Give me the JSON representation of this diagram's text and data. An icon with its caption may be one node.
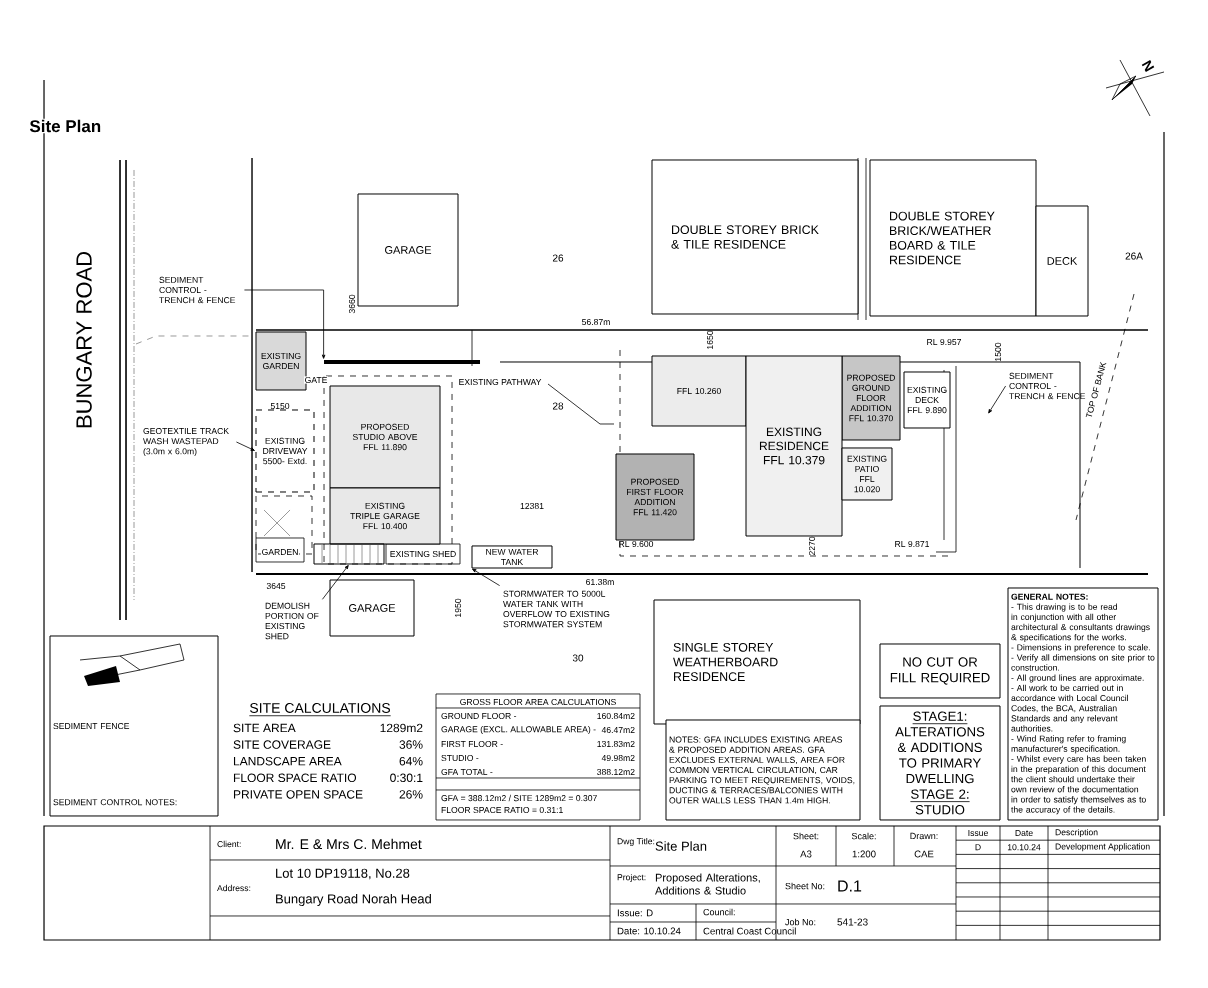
{
  "diagram": {
    "title": "Site Plan",
    "nodes": [
      {
        "text": [
          "GARAGE"
        ]
      },
      {
        "text": [
          "DOUBLE STOREY BRICK & TILE RESIDENCE"
        ]
      },
      {
        "text": [
          "DOUBLE STOREY BRICK/WEATHER BOARD & TILE RESIDENCE"
        ]
      },
      {
        "text": [
          "DECK"
        ]
      },
      {
        "text": [
          "EXISTING GARDEN"
        ]
      },
      {
        "text": [
          "PROPOSED STUDIO ABOVE",
          "FFL 11.890"
        ]
      },
      {
        "text": [
          "EXISTING TRIPLE GARAGE",
          "FFL 10.400"
        ]
      },
      {
        "text": [
          "GARAGE"
        ]
      },
      {
        "text": [
          "FFL 10.260"
        ]
      },
      {
        "text": [
          "PROPOSED GROUND FLOOR ADDITION",
          "FFL 10.370"
        ]
      },
      {
        "text": [
          "EXISTING DECK",
          "FFL 9.890"
        ]
      },
      {
        "text": [
          "PROPOSED FIRST FLOOR ADDITION",
          "FFL 11.420"
        ]
      },
      {
        "text": [
          "EXISTING RESIDENCE",
          "FFL 10.379"
        ]
      },
      {
        "text": [
          "EXISTING PATIO",
          "FFL 10.020"
        ]
      },
      {
        "text": [
          "NEW WATER TANK"
        ]
      },
      {
        "text": [
          "SEDIMENT CONTROL - TRENCH & FENCE"
        ]
      },
      {
        "text": [
          "GEOTEXTILE TRACK WASH WASTEPAD (3.0m x 6.0m)"
        ]
      },
      {
        "text": [
          "DEMOLISH PORTION OF EXISTING SHED"
        ]
      },
      {
        "text": [
          "STORMWATER TO 5000L WATER TANK WITH OVERFLOW TO EXISTING STORMWATER SYSTEM"
        ]
      },
      {
        "text": [
          "SEDIMENT CONTROL - TRENCH & FENCE"
        ]
      },
      {
        "text": [
          "SEDIMENT FENCE",
          "SEDIMENT CONTROL NOTES:"
        ]
      },
      {
        "text": [
          "SINGLE STOREY WEATHERBOARD RESIDENCE"
        ]
      },
      {
        "text": [
          "NOTES: GFA INCLUDES EXISTING AREAS & PROPOSED ADDITION AREAS. GFA EXCLUDES EXTERNAL WALLS, AREA FOR COMMON VERTICAL CIRCULATION, CAR PARKING TO MEET REQUIREMENTS, VOIDS, DUCTING & TERRACES/BALCONIES WITH OUTER WALLS LESS THAN 1.4m HIGH."
        ]
      },
      {
        "text": [
          "NO CUT OR FILL REQUIRED"
        ]
      },
      {
        "text": [
          "STAGE1:",
          "ALTERATIONS & ADDITIONS TO PRIMARY DWELLING",
          "STAGE 2:",
          "STUDIO"
        ]
      },
      {
        "text": [
          "GENERAL NOTES:",
          "- This drawing is to be read in conjunction with all other architectural & consultants drawings & specifications for the works.",
          "- Dimensions in preference to scale.",
          "- Verify all dimensions on site prior to construction.",
          "- All ground lines are approximate.",
          "- All work to be carried out in accordance with Local Council Codes, the BCA, Australian Standards and any relevant authorities.",
          "- Wind Rating refer to framing manufacturer's specification.",
          "- Whilst every care has been taken in the preparation of this document the client should undertake their own review of the documentation in order to satisfy themselves as to the accuracy of the details."
        ]
      },
      {
        "text": [],
        "shape": "bar"
      },
      {
        "text": [
          "EXISTING DRIVEWAY",
          "5500- Extd."
        ]
      },
      {
        "text": [],
        "shape": "box"
      }
    ],
    "edges": [
      {
        "from": 15,
        "to": 26,
        "arrow": "to"
      },
      {
        "from": 16,
        "to": 27,
        "arrow": "to"
      },
      {
        "from": 17,
        "to": 28,
        "arrow": "to"
      },
      {
        "from": 18,
        "to": 14,
        "arrow": "to"
      },
      {
        "from": 19,
        "to": null,
        "arrow": "to"
      }
    ],
    "labels": [
      "BUNGARY ROAD",
      "N",
      "26",
      "28",
      "30",
      "26A",
      "3660",
      "5150",
      "56.87m",
      "GATE",
      "EXISTING PATHWAY",
      "GARDEN",
      "EXISTING SHED",
      "3645",
      "1950",
      "12381",
      "61.38m",
      "1650",
      "1500",
      "2270",
      "RL 9.957",
      "RL 9.600",
      "RL 9.871",
      "TOP OF BANK",
      "SITE CALCULATIONS",
      "SITE AREA",
      "1289m2",
      "SITE COVERAGE",
      "36%",
      "LANDSCAPE AREA",
      "64%",
      "FLOOR SPACE RATIO",
      "0:30:1",
      "PRIVATE OPEN SPACE",
      "26%",
      "GROSS FLOOR AREA CALCULATIONS",
      "GROUND FLOOR -",
      "160.84m2",
      "GARAGE (EXCL. ALLOWABLE AREA) -",
      "46.47m2",
      "FIRST FLOOR -",
      "131.83m2",
      "STUDIO -",
      "49.98m2",
      "GFA TOTAL -",
      "388.12m2",
      "GFA = 388.12m2 / SITE 1289m2 = 0.307",
      "FLOOR SPACE RATIO = 0.31:1",
      "Client:",
      "Mr. E & Mrs C. Mehmet",
      "Address:",
      "Lot 10 DP19118, No.28",
      "Bungary Road Norah Head",
      "Dwg Title:",
      "Site Plan",
      "Project:",
      "Proposed Alterations, Additions & Studio",
      "Issue: D",
      "Date: 10.10.24",
      "Council:",
      "Central Coast Council",
      "Sheet:",
      "A3",
      "Scale:",
      "1:200",
      "Drawn:",
      "CAE",
      "Sheet No:",
      "D.1",
      "Job No:",
      "541-23",
      "Issue",
      "Date",
      "Description",
      "D",
      "10.10.24",
      "Development Application"
    ]
  }
}
